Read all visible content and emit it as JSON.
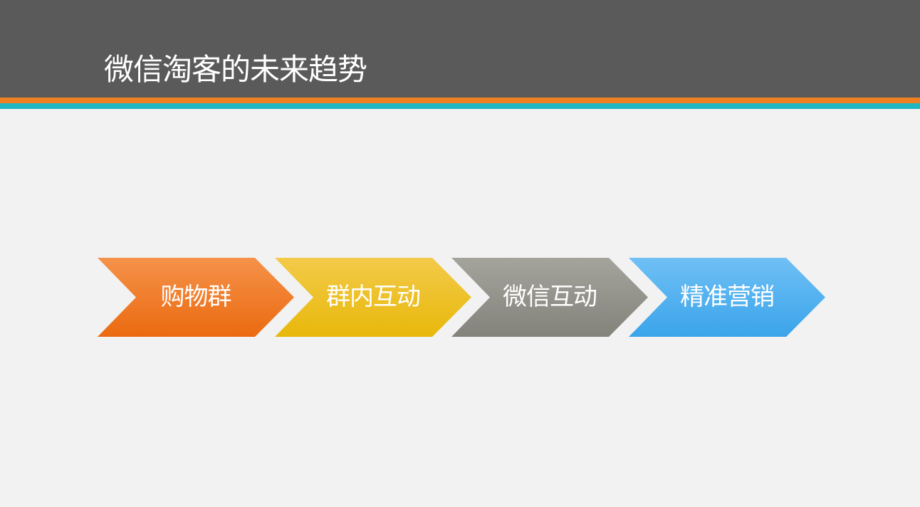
{
  "slide": {
    "title": "微信淘客的未来趋势",
    "colors": {
      "header_bg": "#5a5a5a",
      "stripe_orange": "#f07f22",
      "stripe_teal": "#1fb5c2",
      "background": "#f2f2f2"
    }
  },
  "process": {
    "steps": [
      {
        "label": "购物群",
        "color_top": "#f5924a",
        "color_bottom": "#eb6a10"
      },
      {
        "label": "群内互动",
        "color_top": "#f3ca4a",
        "color_bottom": "#e8b80a"
      },
      {
        "label": "微信互动",
        "color_top": "#a5a49c",
        "color_bottom": "#84837b"
      },
      {
        "label": "精准营销",
        "color_top": "#6fc0f5",
        "color_bottom": "#3ba4ea"
      }
    ]
  }
}
